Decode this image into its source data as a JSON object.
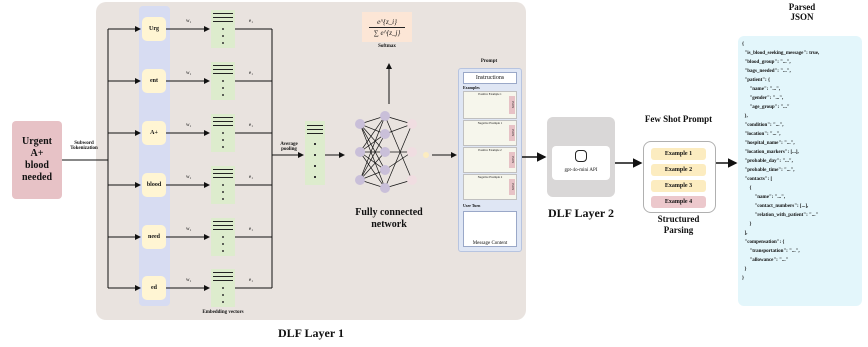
{
  "input": {
    "text": "Urgent\nA+\nblood\nneeded"
  },
  "subword_label": "Subword Tokenization",
  "tokens": [
    "Urg",
    "ent",
    "A+",
    "blood",
    "need",
    "ed"
  ],
  "weights": {
    "token": "w₁",
    "embedding": "e₁"
  },
  "labels": {
    "embedding_vectors": "Embedding vectors",
    "average_pooling": "Average pooling",
    "fully_connected": "Fully connected network",
    "softmax": "Softmax",
    "softmax_numerator": "e^{z_i}",
    "softmax_denominator": "∑ e^{z_j}",
    "layer1": "DLF Layer 1",
    "layer2": "DLF Layer 2",
    "few_shot": "Few Shot Prompt",
    "structured_parsing": "Structured Parsing",
    "parsed_json": "Parsed JSON",
    "gpt_api": "gpt-4o-mini API"
  },
  "prompt": {
    "title": "Prompt",
    "instructions": "Instructions",
    "examples": "Examples",
    "example_labels": [
      "Positive Example 1",
      "Negative Example 1",
      "Positive Example 2",
      "Negative Example 2"
    ],
    "example_tag": "JSON",
    "user_turn": "User Turn",
    "message_content": "Message Content"
  },
  "few_shot_examples": [
    {
      "label": "Example 1",
      "color": "#fcecc0"
    },
    {
      "label": "Example 2",
      "color": "#fcecc0"
    },
    {
      "label": "Example 3",
      "color": "#fcecc0"
    },
    {
      "label": "Example 4",
      "color": "#ecc8cc"
    }
  ],
  "json_lines": [
    "{",
    "  \"is_blood_seeking_message\": true,",
    "  \"blood_group\": \"...\",",
    "  \"bags_needed\": \"...\",",
    "  \"patient\": {",
    "      \"name\": \"...\",",
    "      \"gender\": \"...\",",
    "      \"age_group\": \"...\"",
    "  },",
    "  \"condition\": \"...\",",
    "  \"location\": \"...\",",
    "  \"hospital_name\": \"...\",",
    "  \"location_markers\": [...],",
    "  \"probable_day\": \"...\",",
    "  \"probable_time\": \"...\",",
    "  \"contacts\": [",
    "      {",
    "          \"name\": \"...\",",
    "          \"contact_numbers\": [...],",
    "          \"relation_with_patient\": \"...\"",
    "      }",
    "  ],",
    "  \"compensation\": {",
    "      \"transportation\": \"...\",",
    "      \"allowance\": \"...\"",
    "  }",
    "}"
  ]
}
